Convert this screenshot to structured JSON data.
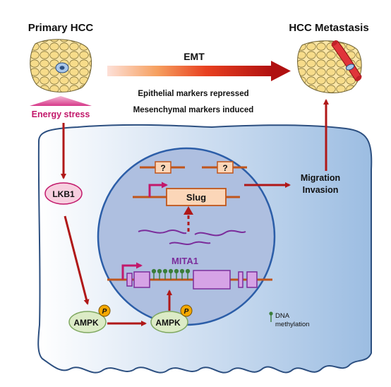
{
  "labels": {
    "primary_hcc": "Primary HCC",
    "hcc_metastasis": "HCC Metastasis",
    "emt": "EMT",
    "epithelial": "Epithelial markers repressed",
    "mesenchymal": "Mesenchymal markers induced",
    "energy_stress": "Energy stress",
    "lkb1": "LKB1",
    "ampk": "AMPK",
    "phospho": "P",
    "slug": "Slug",
    "unknown": "?",
    "mita1": "MITA1",
    "migration": "Migration",
    "invasion": "Invasion",
    "legend_dna": "DNA",
    "legend_methylation": "methylation"
  },
  "colors": {
    "dark_red": "#b01818",
    "magenta": "#c2186b",
    "purple": "#7b2d9b",
    "cell_blue": "#b9d0ea",
    "nucleus_blue": "#aebfe0",
    "dna_orange": "#c0551b",
    "slug_fill": "#fbd6b8",
    "lkb1_fill": "#f7cfdf",
    "ampk_fill": "#dcebc6",
    "phospho_fill": "#f5a800",
    "exon_fill": "#d6a3e6",
    "methyl_green": "#3a7d3a"
  }
}
